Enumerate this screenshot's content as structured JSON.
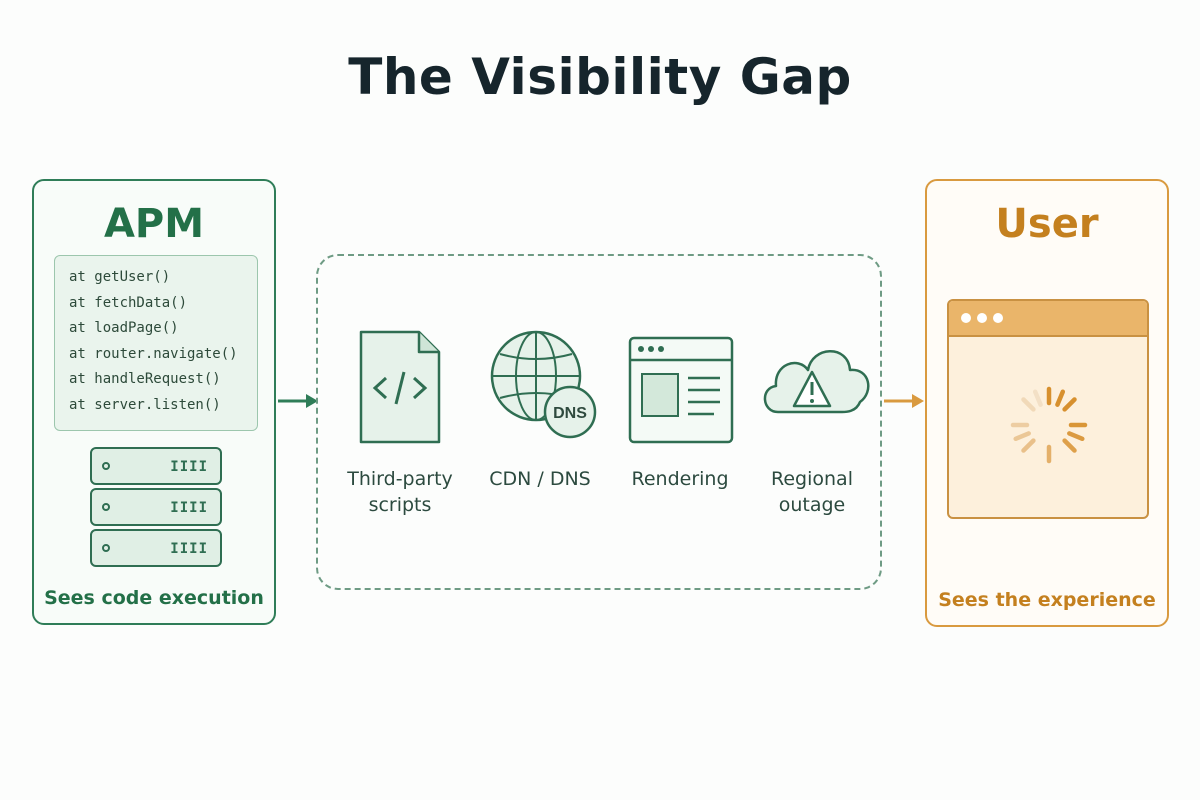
{
  "title": "The Visibility Gap",
  "apm": {
    "title": "APM",
    "stack_trace": [
      "at getUser()",
      "at fetchData()",
      "at loadPage()",
      "at router.navigate()",
      "at handleRequest()",
      "at server.listen()"
    ],
    "server_icon": "server-rack-icon",
    "caption": "Sees code execution"
  },
  "gap": {
    "items": [
      {
        "icon": "code-file-icon",
        "label_line1": "Third-party",
        "label_line2": "scripts"
      },
      {
        "icon": "globe-dns-icon",
        "badge": "DNS",
        "label_line1": "CDN / DNS",
        "label_line2": ""
      },
      {
        "icon": "browser-window-icon",
        "label_line1": "Rendering",
        "label_line2": ""
      },
      {
        "icon": "cloud-warning-icon",
        "label_line1": "Regional",
        "label_line2": "outage"
      }
    ]
  },
  "user": {
    "title": "User",
    "browser_icon": "loading-spinner-icon",
    "caption": "Sees the experience"
  },
  "colors": {
    "apm_green": "#237048",
    "user_orange": "#c4801f",
    "title_dark": "#16252c"
  }
}
